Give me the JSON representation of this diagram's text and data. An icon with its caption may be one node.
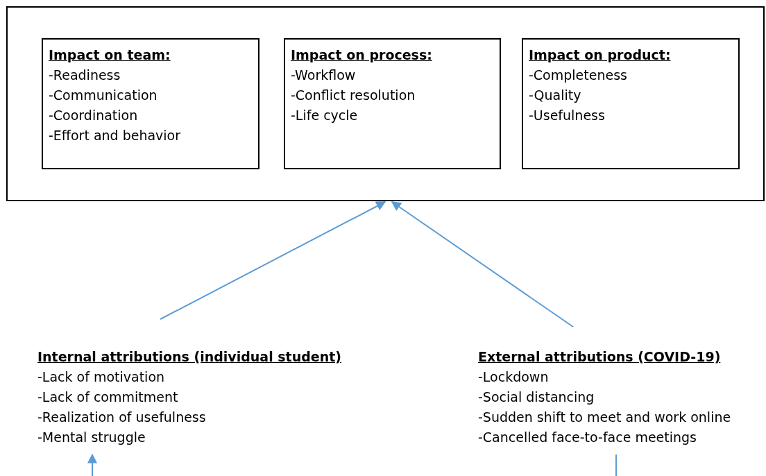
{
  "diagram": {
    "nodes": [
      {
        "text": [],
        "shape": "box"
      },
      {
        "text": [
          "Impact on team:",
          "-Readiness",
          "-Communication",
          "-Coordination",
          "-Effort and behavior"
        ],
        "in": 0
      },
      {
        "text": [
          "Impact on process:",
          "-Workflow",
          "-Conflict resolution",
          "-Life cycle"
        ],
        "in": 0
      },
      {
        "text": [
          "Impact on product:",
          "-Completeness",
          "-Quality",
          "-Usefulness"
        ],
        "in": 0
      },
      {
        "text": [
          "Internal attributions (individual student)",
          "-Lack of motivation",
          "-Lack of commitment",
          "-Realization of usefulness",
          "-Mental struggle"
        ]
      },
      {
        "text": [
          "External attributions (COVID-19)",
          "-Lockdown",
          "-Social distancing",
          "-Sudden shift to meet and work online",
          "-Cancelled face-to-face meetings"
        ]
      }
    ],
    "edges": [
      {
        "from": 4,
        "to": 0,
        "arrow": "to"
      },
      {
        "from": 5,
        "to": 0,
        "arrow": "to"
      },
      {
        "from": null,
        "to": 4,
        "arrow": "to"
      },
      {
        "from": 5,
        "to": null,
        "arrow": "none"
      }
    ]
  }
}
